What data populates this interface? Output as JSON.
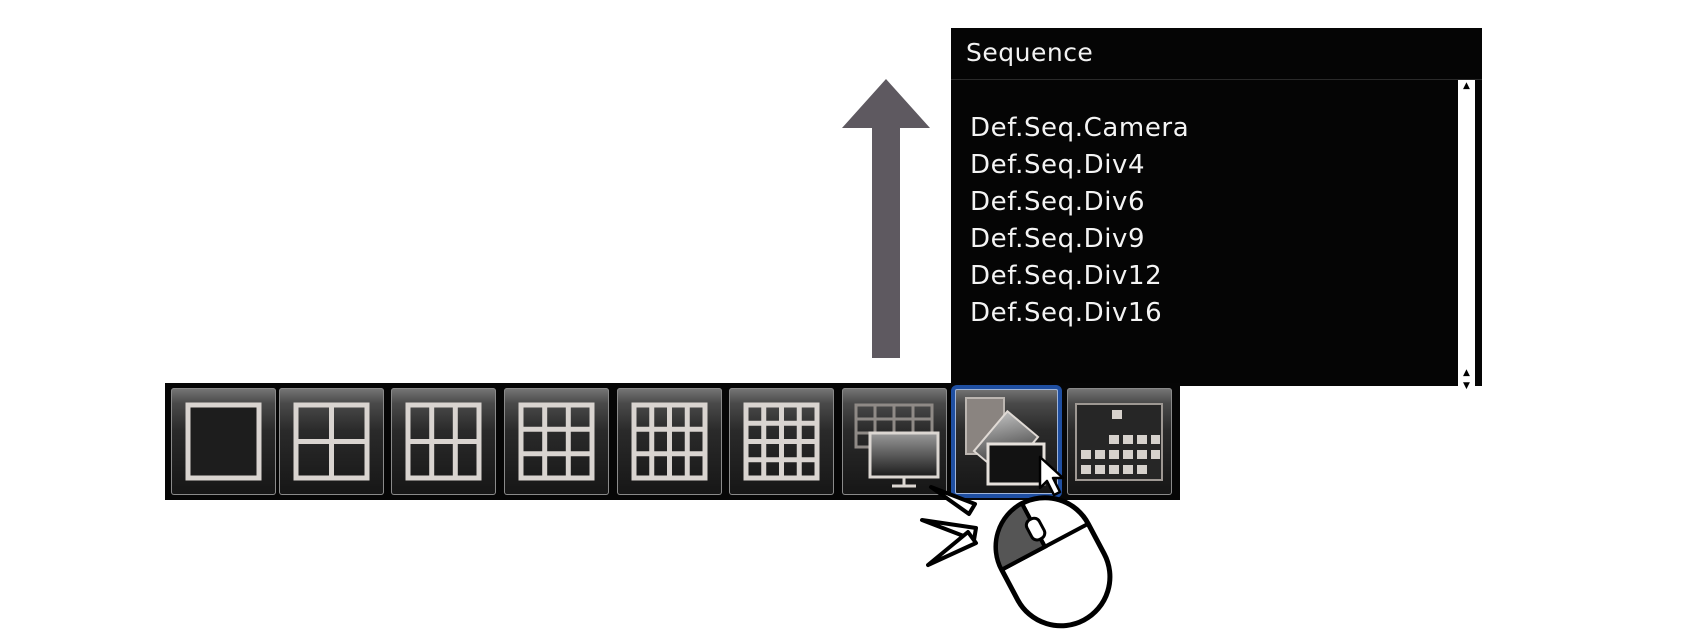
{
  "sequence_popup": {
    "title": "Sequence",
    "items": [
      "Def.Seq.Camera",
      "Def.Seq.Div4",
      "Def.Seq.Div6",
      "Def.Seq.Div9",
      "Def.Seq.Div12",
      "Def.Seq.Div16"
    ]
  },
  "toolbar": {
    "buttons": [
      {
        "name": "layout-1-button",
        "icon": "single-screen-icon"
      },
      {
        "name": "layout-4-button",
        "icon": "grid-2x2-icon"
      },
      {
        "name": "layout-6-button",
        "icon": "grid-3x2-icon"
      },
      {
        "name": "layout-9-button",
        "icon": "grid-3x3-icon"
      },
      {
        "name": "layout-12-button",
        "icon": "grid-4x3-icon"
      },
      {
        "name": "layout-16-button",
        "icon": "grid-4x4-icon"
      },
      {
        "name": "spot-monitor-button",
        "icon": "monitor-grid-icon"
      },
      {
        "name": "sequence-button",
        "icon": "sequence-icon",
        "selected": true
      },
      {
        "name": "schedule-button",
        "icon": "calendar-icon"
      }
    ]
  },
  "colors": {
    "popup_bg": "#050505",
    "selection_outline": "#1f4fa2",
    "arrow": "#5e5960"
  }
}
